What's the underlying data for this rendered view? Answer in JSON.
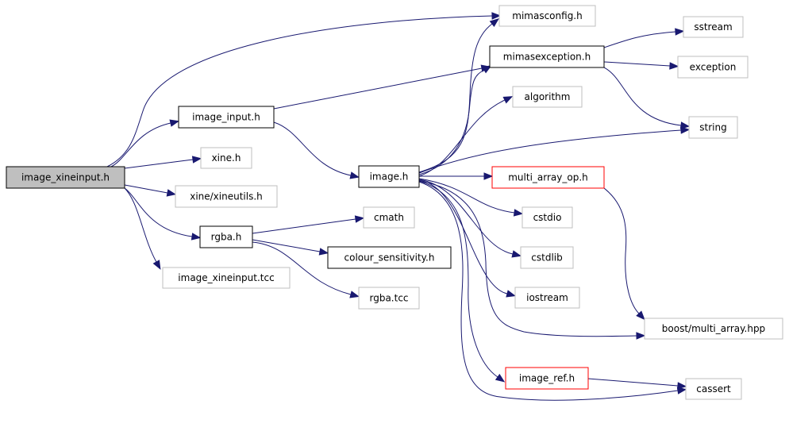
{
  "diagram": {
    "type": "include-dependency-graph",
    "root": "image_xineinput.h",
    "colors": {
      "edge": "#191970",
      "root_fill": "#bfbfbf",
      "documented_border": "#000000",
      "external_border": "#bfbfbf",
      "truncated_border": "#ff0000"
    },
    "nodes": [
      {
        "id": "image_xineinput_h",
        "label": "image_xineinput.h",
        "kind": "root"
      },
      {
        "id": "image_input_h",
        "label": "image_input.h",
        "kind": "documented"
      },
      {
        "id": "xine_h",
        "label": "xine.h",
        "kind": "external"
      },
      {
        "id": "xineutils_h",
        "label": "xine/xineutils.h",
        "kind": "external"
      },
      {
        "id": "rgba_h",
        "label": "rgba.h",
        "kind": "documented"
      },
      {
        "id": "image_xineinput_tcc",
        "label": "image_xineinput.tcc",
        "kind": "external"
      },
      {
        "id": "image_h",
        "label": "image.h",
        "kind": "documented"
      },
      {
        "id": "cmath",
        "label": "cmath",
        "kind": "external"
      },
      {
        "id": "colour_sensitivity_h",
        "label": "colour_sensitivity.h",
        "kind": "documented"
      },
      {
        "id": "rgba_tcc",
        "label": "rgba.tcc",
        "kind": "external"
      },
      {
        "id": "mimasconfig_h",
        "label": "mimasconfig.h",
        "kind": "external"
      },
      {
        "id": "mimasexception_h",
        "label": "mimasexception.h",
        "kind": "documented"
      },
      {
        "id": "algorithm",
        "label": "algorithm",
        "kind": "external"
      },
      {
        "id": "string",
        "label": "string",
        "kind": "external"
      },
      {
        "id": "multi_array_op_h",
        "label": "multi_array_op.h",
        "kind": "incomplete"
      },
      {
        "id": "sstream",
        "label": "sstream",
        "kind": "external"
      },
      {
        "id": "exception",
        "label": "exception",
        "kind": "external"
      },
      {
        "id": "cstdio",
        "label": "cstdio",
        "kind": "external"
      },
      {
        "id": "cstdlib",
        "label": "cstdlib",
        "kind": "external"
      },
      {
        "id": "iostream",
        "label": "iostream",
        "kind": "external"
      },
      {
        "id": "boost_multi_array_hpp",
        "label": "boost/multi_array.hpp",
        "kind": "external"
      },
      {
        "id": "image_ref_h",
        "label": "image_ref.h",
        "kind": "incomplete"
      },
      {
        "id": "cassert",
        "label": "cassert",
        "kind": "external"
      }
    ],
    "edges": [
      {
        "from": "image_xineinput_h",
        "to": "mimasconfig_h"
      },
      {
        "from": "image_xineinput_h",
        "to": "image_input_h"
      },
      {
        "from": "image_xineinput_h",
        "to": "xine_h"
      },
      {
        "from": "image_xineinput_h",
        "to": "xineutils_h"
      },
      {
        "from": "image_xineinput_h",
        "to": "rgba_h"
      },
      {
        "from": "image_xineinput_h",
        "to": "image_xineinput_tcc"
      },
      {
        "from": "image_input_h",
        "to": "mimasexception_h"
      },
      {
        "from": "image_input_h",
        "to": "image_h"
      },
      {
        "from": "rgba_h",
        "to": "cmath"
      },
      {
        "from": "rgba_h",
        "to": "colour_sensitivity_h"
      },
      {
        "from": "rgba_h",
        "to": "rgba_tcc"
      },
      {
        "from": "image_h",
        "to": "mimasconfig_h"
      },
      {
        "from": "image_h",
        "to": "mimasexception_h"
      },
      {
        "from": "image_h",
        "to": "algorithm"
      },
      {
        "from": "image_h",
        "to": "string"
      },
      {
        "from": "image_h",
        "to": "multi_array_op_h"
      },
      {
        "from": "image_h",
        "to": "cstdio"
      },
      {
        "from": "image_h",
        "to": "cstdlib"
      },
      {
        "from": "image_h",
        "to": "iostream"
      },
      {
        "from": "image_h",
        "to": "boost_multi_array_hpp"
      },
      {
        "from": "image_h",
        "to": "image_ref_h"
      },
      {
        "from": "image_h",
        "to": "cassert"
      },
      {
        "from": "mimasexception_h",
        "to": "sstream"
      },
      {
        "from": "mimasexception_h",
        "to": "exception"
      },
      {
        "from": "mimasexception_h",
        "to": "string"
      },
      {
        "from": "multi_array_op_h",
        "to": "boost_multi_array_hpp"
      },
      {
        "from": "image_ref_h",
        "to": "cassert"
      }
    ]
  }
}
